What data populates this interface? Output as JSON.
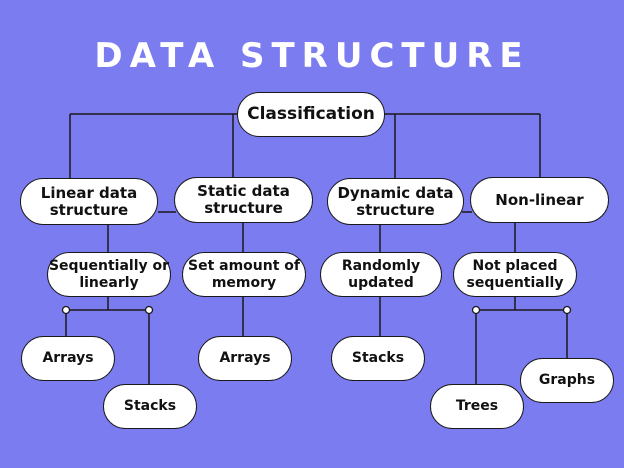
{
  "title": "DATA STRUCTURE",
  "colors": {
    "background": "#7B7CF0",
    "node_fill": "#FFFFFF",
    "stroke": "#1A1A1A",
    "title": "#FFFFFF"
  },
  "nodes": {
    "classification": "Classification",
    "linear": "Linear data\nstructure",
    "static": "Static data\nstructure",
    "dynamic": "Dynamic data\nstructure",
    "nonlinear": "Non-linear",
    "sequential": "Sequentially or\nlinearly",
    "set_memory": "Set amount of\nmemory",
    "random": "Randomly\nupdated",
    "not_placed": "Not placed\nsequentially",
    "arrays_1": "Arrays",
    "stacks_1": "Stacks",
    "arrays_2": "Arrays",
    "stacks_2": "Stacks",
    "trees": "Trees",
    "graphs": "Graphs"
  }
}
